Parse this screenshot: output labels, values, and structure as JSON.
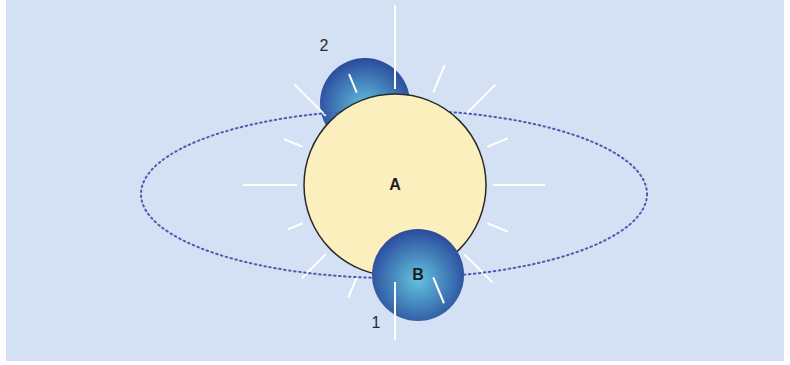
{
  "diagram": {
    "nodes": [
      {
        "text": [
          "A"
        ]
      },
      {
        "text": [
          "B"
        ]
      }
    ],
    "labels": [
      "2",
      "1"
    ]
  }
}
